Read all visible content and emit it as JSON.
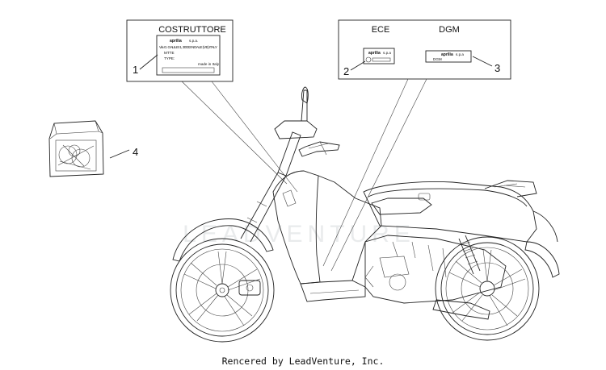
{
  "diagram": {
    "watermark": "LEADVENTURE",
    "footer": "Rencered by LeadVenture, Inc.",
    "boxes": {
      "costruttore": {
        "title": "COSTRUTTORE",
        "plate_brand": "aprilia",
        "plate_brand_suffix": "s.p.a.",
        "plate_address": "Via G. GALILEI 1, 30033 NOALE (VE) ITALY",
        "plate_line1": "MTTE",
        "plate_line2": "TYPE:",
        "plate_footer": "made in Italy"
      },
      "ece_dgm": {
        "ece_title": "ECE",
        "dgm_title": "DGM",
        "ece_brand": "aprilia",
        "ece_suffix": "s.p.a",
        "dgm_brand": "aprilia",
        "dgm_suffix": "s.p.a",
        "dgm_label": "DGM"
      }
    },
    "callouts": [
      "1",
      "2",
      "3",
      "4"
    ],
    "colors": {
      "line": "#222222",
      "watermark": "#cfd3d6"
    }
  }
}
